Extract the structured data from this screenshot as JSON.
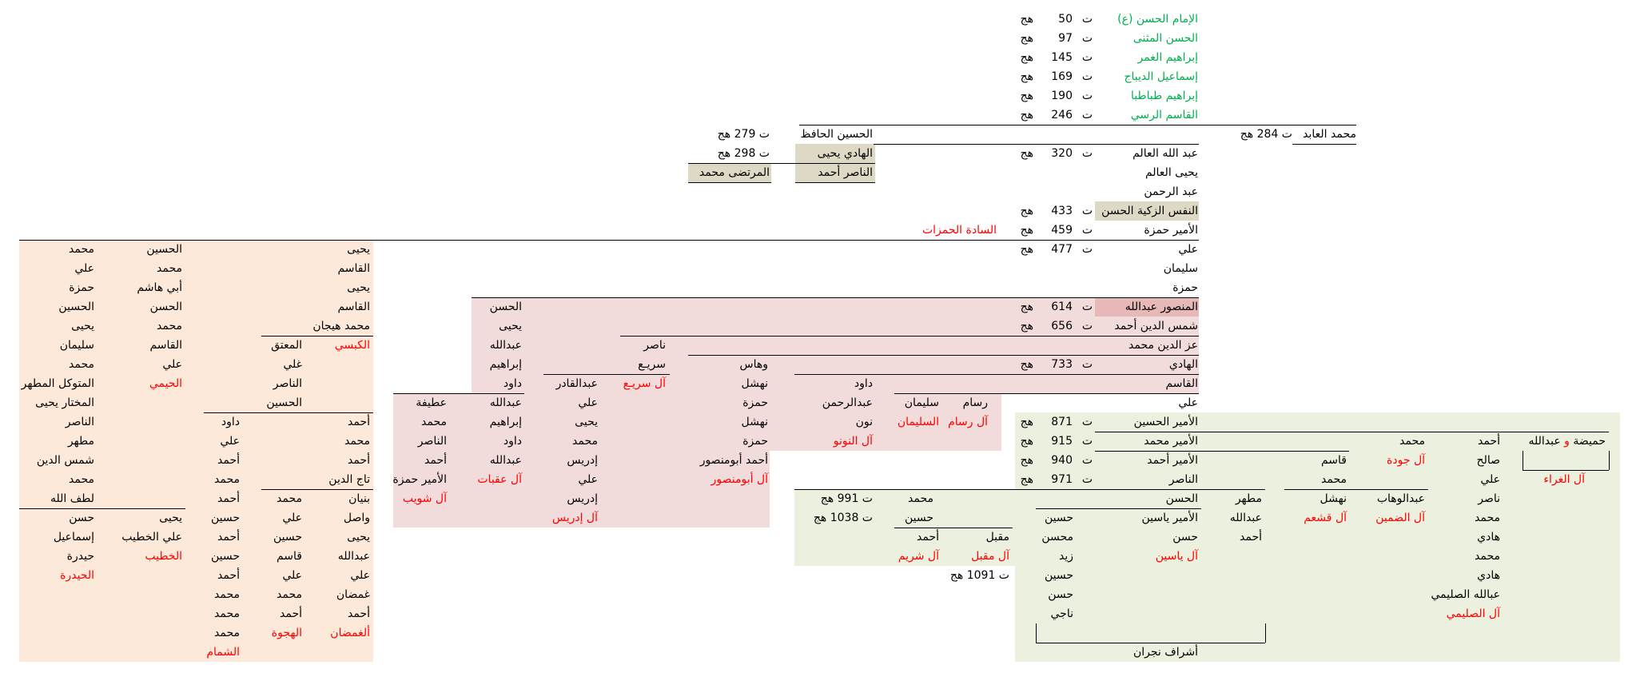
{
  "colors": {
    "green_text": "#00b050",
    "red_text": "#ff0000",
    "tan": "#ddd9c4",
    "pink": "#f2dcdb",
    "pink_dark": "#e6b8b7",
    "peach": "#fde9d9",
    "olive": "#ebf1de"
  },
  "death_prefix": "ت",
  "hijri_suffix": "هج",
  "trunk": [
    {
      "name": "الإمام الحسن (ع)",
      "year": "50",
      "tone": "green"
    },
    {
      "name": "الحسن المثنى",
      "year": "97",
      "tone": "green"
    },
    {
      "name": "إبراهيم الغمر",
      "year": "145",
      "tone": "green"
    },
    {
      "name": "إسماعيل الديباج",
      "year": "169",
      "tone": "green"
    },
    {
      "name": "إبراهيم طباطبا",
      "year": "190",
      "tone": "green"
    },
    {
      "name": "القاسم الرسي",
      "year": "246",
      "tone": "green"
    },
    null,
    {
      "name": "عبد الله العالم",
      "year": "320"
    },
    {
      "name": "يحيى العالم"
    },
    {
      "name": "عبد الرحمن"
    },
    {
      "name": "النفس الزكية الحسن",
      "year": "433"
    },
    {
      "name": "الأمير حمزة",
      "year": "459"
    },
    {
      "name": "علي",
      "year": "477"
    },
    {
      "name": "سليمان"
    },
    {
      "name": "حمزة"
    },
    {
      "name": "المنصور عبدالله",
      "year": "614"
    },
    {
      "name": "شمس الدين أحمد",
      "year": "656"
    },
    {
      "name": "عز الدين محمد"
    },
    {
      "name": "الهادي",
      "year": "733"
    },
    {
      "name": "القاسم"
    },
    {
      "name": "علي"
    },
    {
      "name": "الأمير الحسين",
      "year": "871"
    },
    {
      "name": "الأمير محمد",
      "year": "915"
    },
    {
      "name": "الأمير أحمد",
      "year": "940"
    },
    {
      "name": "الناصر",
      "year": "971"
    }
  ],
  "hamida": {
    "a": "حميضة",
    "and": "و",
    "b": "عبدالله"
  },
  "columns": {
    "abid": [
      "محمد العابد"
    ],
    "abid_date": [
      "ت 284 هج"
    ],
    "hafiz": [
      "الحسين الحافظ",
      "الهادي يحيى",
      "الناصر أحمد"
    ],
    "hafiz_dates": [
      "ت 279 هج",
      "ت 298 هج",
      "المرتضى محمد"
    ],
    "hamzat": [
      {
        "label": "السادة الحمزات"
      }
    ],
    "pA": [
      "الحسن",
      "يحيى",
      "عبدالله",
      "إبراهيم",
      "داود",
      "عبدالله",
      "إبراهيم",
      "داود",
      "عبدالله",
      {
        "label": "آل عقبات"
      }
    ],
    "pL": [
      "عطيفة",
      "محمد",
      "الناصر",
      "أحمد",
      "الأمير حمزة",
      {
        "label": "آل شويب"
      }
    ],
    "pB": [
      "عبدالقادر",
      "علي",
      "يحيى",
      "محمد",
      "إدريس",
      "علي",
      "إدريس",
      {
        "label": "آل إدريس"
      }
    ],
    "pC": [
      "ناصر",
      "سريـع",
      {
        "label": "آل سريـع"
      }
    ],
    "pD": [
      "وهاس",
      "نهشل",
      "حمزة",
      "نهشل",
      "حمزة",
      "أحمد أبومنصور",
      {
        "label": "آل أبومنصور"
      }
    ],
    "pE": [
      "داود",
      "عبدالرحمن",
      "نون",
      {
        "label": "آل النونو"
      }
    ],
    "pF": [
      "سليمان",
      {
        "label": "السليمان"
      }
    ],
    "pG": [
      "رسام",
      {
        "label": "آل رسام"
      }
    ],
    "gH": [
      "أحمد",
      "صالح",
      "علي",
      "ناصر",
      "محمد",
      "هادي",
      "محمد",
      "هادي",
      "عبالله الصليمي",
      {
        "label": "آل الصليمي"
      }
    ],
    "gI": [
      "محمد",
      {
        "label": "آل جودة"
      },
      null,
      "عبدالوهاب",
      {
        "label": "آل الضمين"
      }
    ],
    "gJ": [
      "قاسم",
      "محمد",
      "نهشل",
      {
        "label": "آل قشعم"
      }
    ],
    "gK": [
      {
        "label": "آل الغراء"
      }
    ],
    "gL": [
      "مطهر",
      "عبدالله",
      "أحمد"
    ],
    "gM": [
      "الحسن",
      "الأمير ياسين",
      "حسن",
      {
        "label": "آل ياسين"
      }
    ],
    "gN": [
      "حسين",
      "محسن",
      "زيد",
      "حسين",
      "حسن",
      "ناجي"
    ],
    "gNajran": [
      "أشراف نجران"
    ],
    "gDates": [
      "ت 991 هج",
      "ت 1038 هج"
    ],
    "gMS": [
      "محمد",
      "حسين"
    ],
    "gMq": [
      "مقبل",
      {
        "label": "آل مقبل"
      },
      "ت 1091 هج"
    ],
    "gAh": [
      "أحمد",
      {
        "label": "آل شريم"
      }
    ],
    "eP1": [
      "يحيى",
      "القاسم",
      "يحيى",
      "القاسم",
      "محمد هيجان",
      {
        "label": "الكبسي"
      },
      null,
      null,
      null,
      "أحمد",
      "محمد",
      "أحمد",
      "تاج الدين",
      "بنيان",
      "واصل",
      "يحيى",
      "عبدالله",
      "علي",
      "غمضان",
      "أحمد",
      {
        "label": "ألغمضان"
      }
    ],
    "eP2": [
      "المعتق",
      "غلي",
      "الناصر",
      "الحسين",
      null,
      null,
      null,
      null,
      "محمد",
      "علي",
      "حسين",
      "قاسم",
      "علي",
      "محمد",
      "أحمد",
      {
        "label": "الهجوة"
      }
    ],
    "eP3": [
      "داود",
      "علي",
      "أحمد",
      "محمد",
      "أحمد",
      "حسين",
      "أحمد",
      "حسين",
      "أحمد",
      "محمد",
      "محمد",
      "محمد",
      {
        "label": "الشمام"
      }
    ],
    "eQ1": [
      "الحسين",
      "محمد",
      "أبي هاشم",
      "الحسن",
      "محمد",
      "القاسم",
      "علي",
      {
        "label": "الحيمي"
      },
      null,
      null,
      null,
      null,
      null,
      null,
      "يحيى",
      "علي الخطيب",
      {
        "label": "الخطيب"
      }
    ],
    "eQ2": [
      "محمد",
      "علي",
      "حمزة",
      "الحسين",
      "يحيى",
      "سليمان",
      "محمد",
      "المتوكل المطهر",
      "المختار يحيى",
      "الناصر",
      "مطهر",
      "شمس الدين",
      "محمد",
      "لطف الله",
      "حسن",
      "إسماعيل",
      "حيدرة",
      {
        "label": "الحيدرة"
      }
    ]
  }
}
